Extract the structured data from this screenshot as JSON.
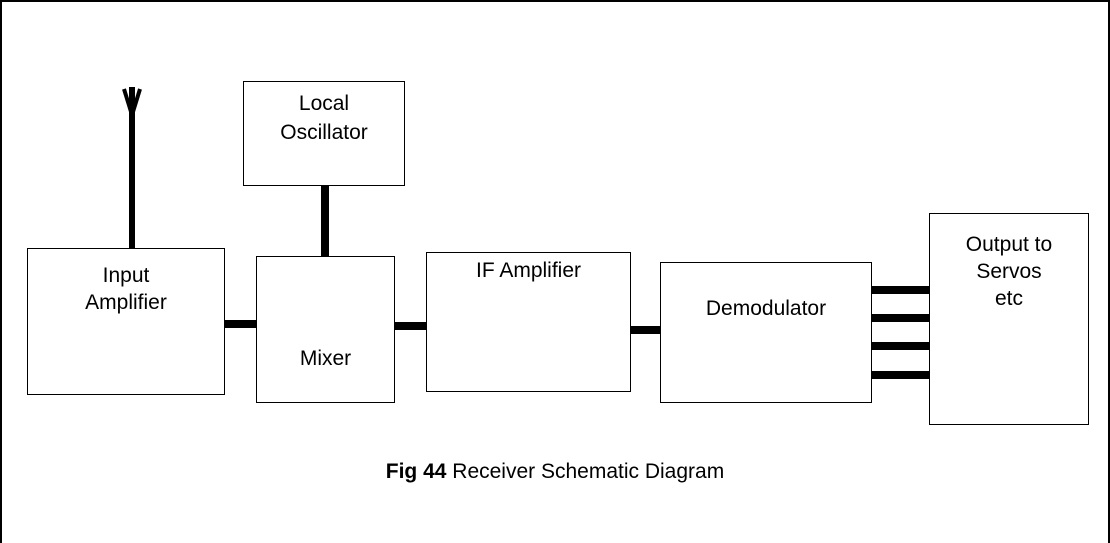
{
  "diagram": {
    "blocks": {
      "input_amplifier": [
        "Input",
        "Amplifier"
      ],
      "local_oscillator": [
        "Local",
        "Oscillator"
      ],
      "mixer": [
        "Mixer"
      ],
      "if_amplifier": [
        "IF Amplifier"
      ],
      "demodulator": [
        "Demodulator"
      ],
      "output": [
        "Output to",
        "Servos",
        "etc"
      ]
    },
    "caption": {
      "figure_number": "Fig 44",
      "text": " Receiver Schematic Diagram"
    }
  }
}
